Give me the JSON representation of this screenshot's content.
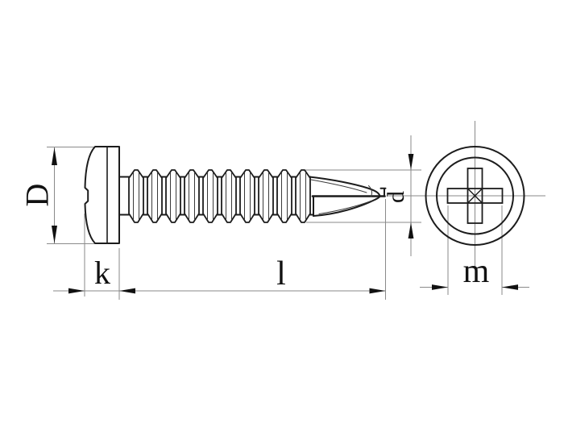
{
  "drawing": {
    "type": "technical-dimension-drawing",
    "subject": "pan head self-drilling screw with phillips cross recess",
    "views": [
      "side view",
      "front (head-on) view"
    ],
    "labels": {
      "head_diameter": "D",
      "head_height": "k",
      "length": "l",
      "thread_diameter": "d",
      "recess_width": "m"
    }
  },
  "colors": {
    "background": "#ffffff",
    "object_line": "#1c1c1c",
    "thin_line": "#3a3a3a",
    "dimension_line": "#8a8a8a",
    "arrow": "#111111",
    "text": "#111111"
  }
}
